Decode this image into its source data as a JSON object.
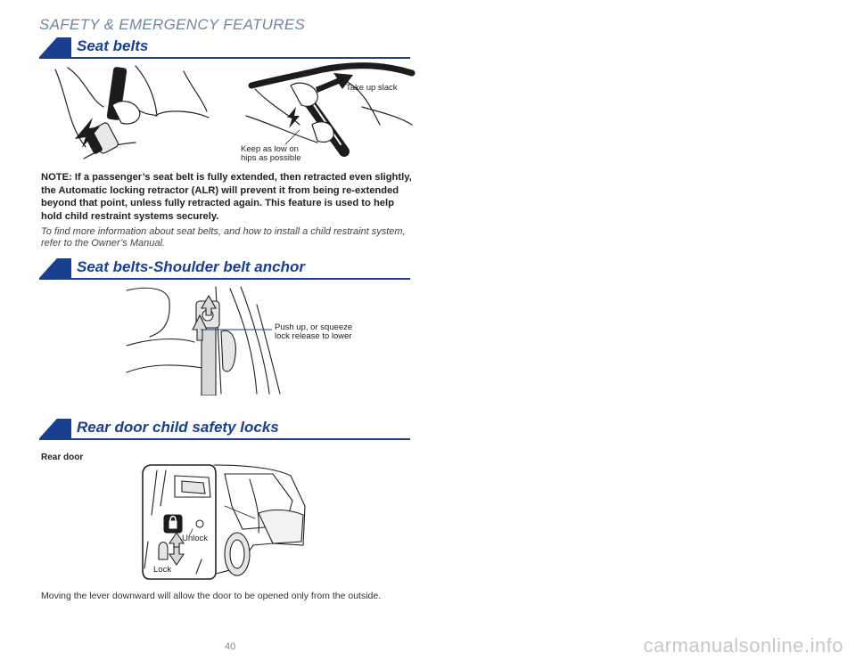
{
  "page": {
    "header": "SAFETY & EMERGENCY FEATURES",
    "page_number": "40",
    "watermark": "carmanualsonline.info"
  },
  "seat_belts": {
    "title": "Seat belts",
    "callout_take_up": "Take up slack",
    "callout_keep_low": "Keep as low on\nhips as possible",
    "note": "NOTE: If a passenger’s seat belt is fully extended, then retracted even slightly, the Automatic locking retractor (ALR) will prevent it from being re-extended beyond that point, unless fully retracted again. This feature is used to help hold child restraint systems securely.",
    "info": "To find more information about seat belts, and how to install a child restraint system, refer to the Owner’s Manual."
  },
  "shoulder_anchor": {
    "title": "Seat belts-Shoulder belt anchor",
    "callout": "Push up, or squeeze\nlock release to lower"
  },
  "child_locks": {
    "title": "Rear door child safety locks",
    "sub_label": "Rear door",
    "label_unlock": "Unlock",
    "label_lock": "Lock",
    "body": "Moving the lever downward will allow the door to be opened only from the outside."
  }
}
